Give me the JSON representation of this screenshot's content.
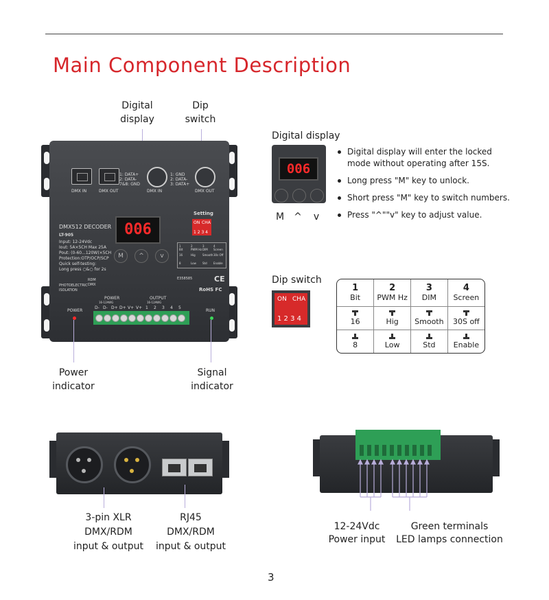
{
  "page": {
    "title": "Main Component Description",
    "page_number": "3"
  },
  "callouts": {
    "digital_display": [
      "Digital",
      "display"
    ],
    "dip_switch": [
      "Dip",
      "switch"
    ],
    "power_indicator": [
      "Power",
      "indicator"
    ],
    "signal_indicator": [
      "Signal",
      "indicator"
    ],
    "xlr": [
      "3-pin XLR",
      "DMX/RDM",
      "input & output"
    ],
    "rj45": [
      "RJ45",
      "DMX/RDM",
      "input & output"
    ],
    "power_input": [
      "12-24Vdc",
      "Power input"
    ],
    "green_terminals": [
      "Green terminals",
      "LED lamps connection"
    ]
  },
  "digital_display_section": {
    "heading": "Digital display",
    "display_value": "006",
    "keys": [
      "M",
      "^",
      "v"
    ],
    "bullets": [
      "Digital display will enter the locked mode without operating after 15S.",
      "Long press \"M\" key to unlock.",
      "Short press \"M\" key to switch numbers.",
      "Press \"^\"\"v\" key to adjust value."
    ]
  },
  "dip_switch_section": {
    "heading": "Dip switch",
    "illustration": {
      "on_label": "ON",
      "cha_label": "CHA",
      "numbers": "1 2 3 4"
    },
    "table": {
      "headers": [
        {
          "num": "1",
          "label": "Bit"
        },
        {
          "num": "2",
          "label": "PWM Hz"
        },
        {
          "num": "3",
          "label": "DIM"
        },
        {
          "num": "4",
          "label": "Screen"
        }
      ],
      "on_row": [
        "16",
        "Hig",
        "Smooth",
        "30S off"
      ],
      "off_row": [
        "8",
        "Low",
        "Std",
        "Enable"
      ]
    }
  },
  "device_front": {
    "ports": {
      "dmx_in": "DMX IN",
      "dmx_out": "DMX OUT",
      "dmx_out_pins": "1: DATA+\n2: DATA-\n7&8: GND",
      "xlr_in": "DMX IN",
      "xlr_out": "DMX OUT",
      "xlr_pins": "1: GND\n2: DATA-\n3: DATA+"
    },
    "setting_label": "Setting",
    "dip_labels": {
      "on": "ON",
      "cha": "CHA",
      "nums": "1 2 3 4"
    },
    "model_name": "DMX512 DECODER",
    "model_number": "LT-905",
    "specs": [
      "Input: 12-24Vdc",
      "Iout: 5A×5CH Max 25A",
      "Pout: (0-60...120W)×5CH",
      "Protection:OTP/OCP/SCP",
      "Quick self-testing:",
      "Long press ○&○ for 2s"
    ],
    "isolation_label": "PHOTOELECTRIC\nISOLATION",
    "rdm_label": "RDM\nDMX",
    "mini_table": [
      "1\nBit",
      "2\nPWM Hz",
      "3\nDIM",
      "4\nScreen",
      "16",
      "Hig",
      "Smooth",
      "30s Off",
      "8",
      "Low",
      "Std",
      "Enable"
    ],
    "cert_text": "RoHS FC",
    "ce": "CE",
    "es_label": "E358585",
    "power_group": {
      "label": "POWER",
      "gauge": "16-12AWG",
      "pins": [
        "D-",
        "D-",
        "D+",
        "D+",
        "V+",
        "V+"
      ]
    },
    "output_group": {
      "label": "OUTPUT",
      "gauge": "16-12AWG",
      "pins": [
        "1",
        "2",
        "3",
        "4",
        "5"
      ]
    },
    "power_led_label": "POWER",
    "run_led_label": "RUN",
    "display_value": "006"
  },
  "colors": {
    "title_red": "#d6262b",
    "leader_lavender": "#b9aedb",
    "panel_dark": "#3a3c40",
    "terminal_green": "#2e9f56",
    "led_red": "#ff2a2a",
    "led_green": "#3cd65a"
  }
}
